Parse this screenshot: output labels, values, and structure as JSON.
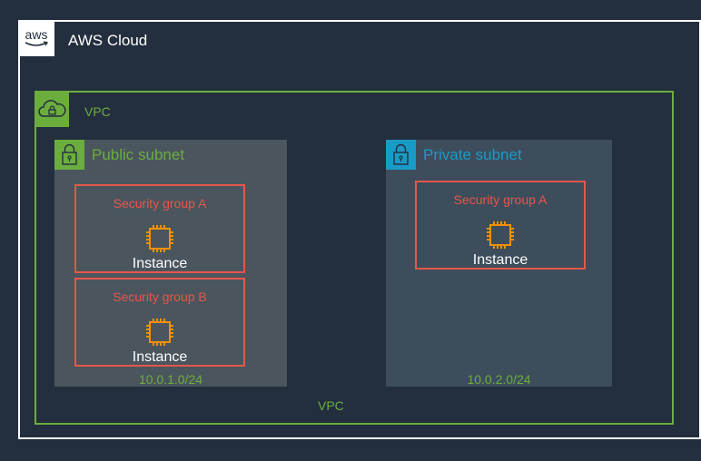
{
  "cloud": {
    "title": "AWS Cloud",
    "logo_icon": "aws-logo-icon"
  },
  "vpc": {
    "title": "VPC",
    "bottom_label": "VPC",
    "icon": "cloud-lock-icon"
  },
  "subnets": [
    {
      "title": "Public subnet",
      "cidr": "10.0.1.0/24",
      "icon": "lock-icon",
      "color": "#6cae3e",
      "security_groups": [
        {
          "title": "Security group A",
          "instance_label": "Instance"
        },
        {
          "title": "Security group B",
          "instance_label": "Instance"
        }
      ]
    },
    {
      "title": "Private subnet",
      "cidr": "10.0.2.0/24",
      "icon": "lock-icon",
      "color": "#1a9bc7",
      "security_groups": [
        {
          "title": "Security group A",
          "instance_label": "Instance"
        }
      ]
    }
  ],
  "colors": {
    "background": "#232f3e",
    "vpc_green": "#6cae3e",
    "private_blue": "#1a9bc7",
    "security_group_red": "#e8564a",
    "instance_orange": "#f29100"
  }
}
